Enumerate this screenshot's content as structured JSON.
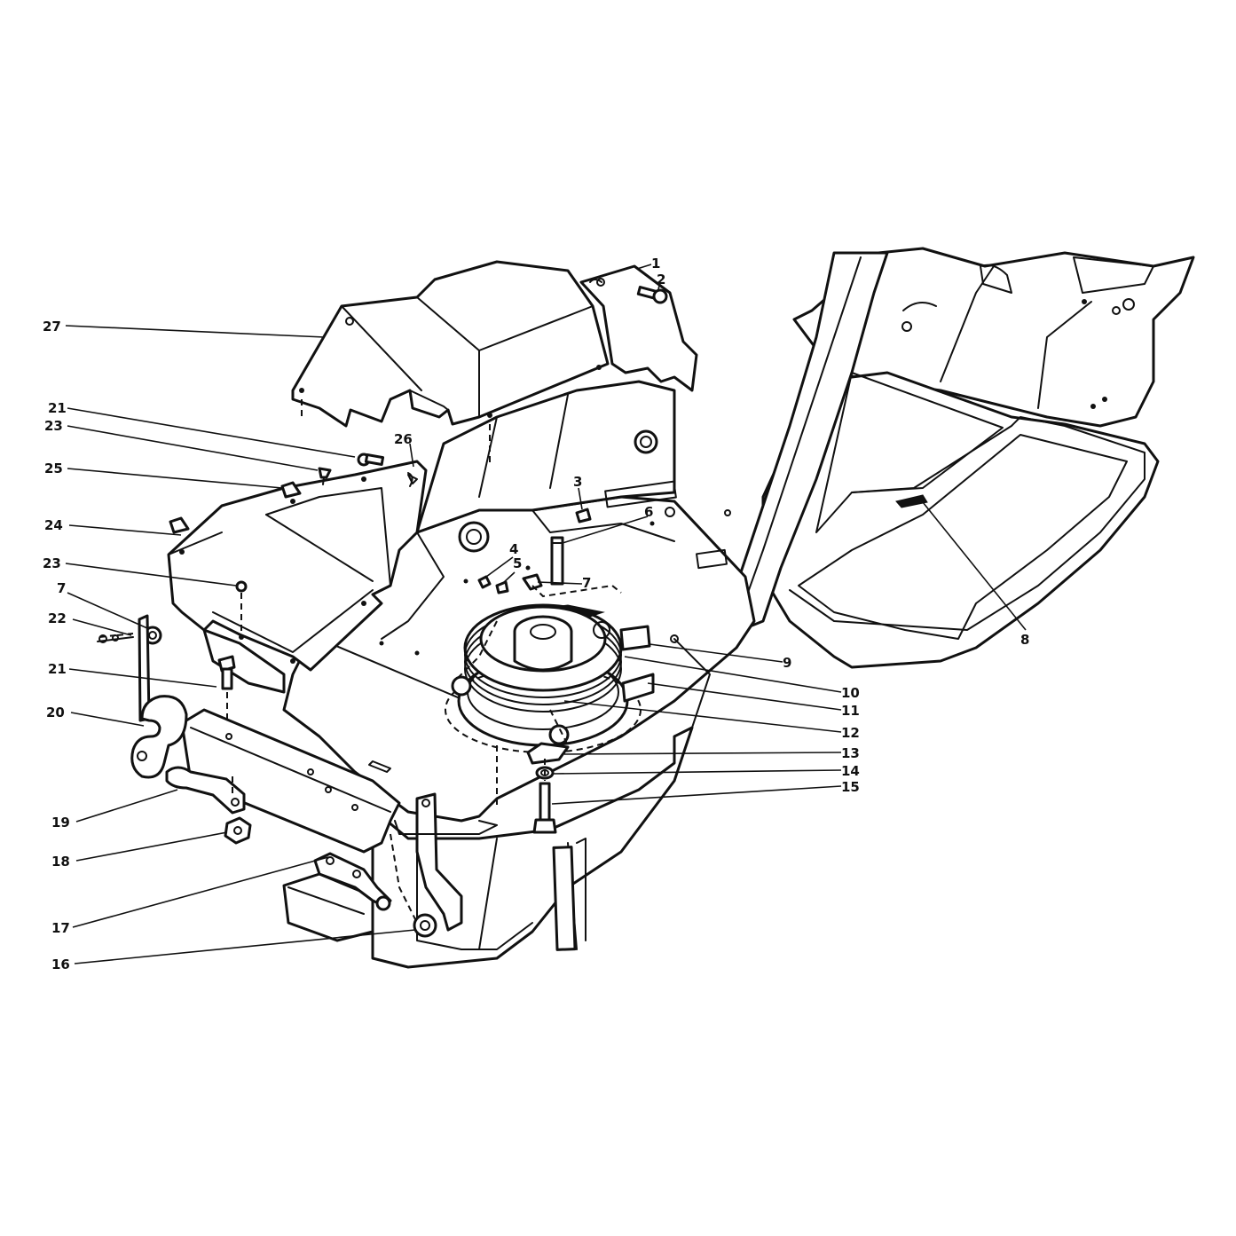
{
  "diagram": {
    "labels": {
      "l1": "1",
      "l2": "2",
      "l3": "3",
      "l4": "4",
      "l5": "5",
      "l6": "6",
      "l7a": "7",
      "l7b": "7",
      "l8": "8",
      "l9": "9",
      "l10": "10",
      "l11": "11",
      "l12": "12",
      "l13": "13",
      "l14": "14",
      "l15": "15",
      "l16": "16",
      "l17": "17",
      "l18": "18",
      "l19": "19",
      "l20": "20",
      "l21a": "21",
      "l21b": "21",
      "l22": "22",
      "l23a": "23",
      "l23b": "23",
      "l24": "24",
      "l25": "25",
      "l26": "26",
      "l27": "27"
    }
  }
}
